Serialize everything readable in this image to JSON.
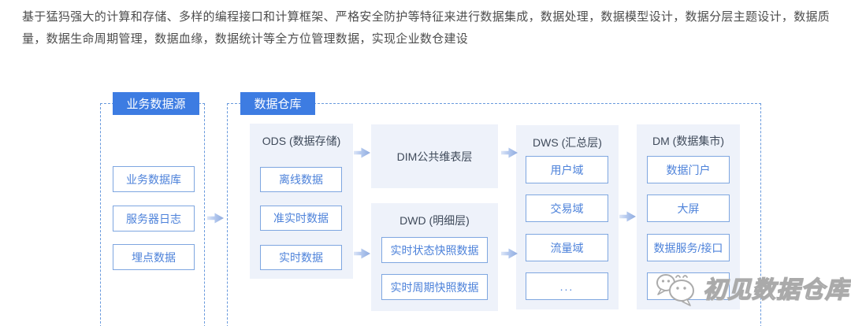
{
  "intro": "基于猛犸强大的计算和存储、多样的编程接口和计算框架、严格安全防护等特征来进行数据集成，数据处理，数据模型设计，数据分层主题设计，数据质量，数据生命周期管理，数据血缘，数据统计等全方位管理数据，实现企业数仓建设",
  "diagram": {
    "source": {
      "title": "业务数据源",
      "boxes": [
        "业务数据库",
        "服务器日志",
        "埋点数据"
      ]
    },
    "warehouse": {
      "title": "数据仓库",
      "ods": {
        "title": "ODS (数据存储)",
        "boxes": [
          "离线数据",
          "准实时数据",
          "实时数据"
        ]
      },
      "dim": {
        "title": "DIM公共维表层"
      },
      "dwd": {
        "title": "DWD (明细层)",
        "boxes": [
          "实时状态快照数据",
          "实时周期快照数据"
        ]
      },
      "dws": {
        "title": "DWS (汇总层)",
        "boxes": [
          "用户域",
          "交易域",
          "流量域",
          "..."
        ]
      },
      "dm": {
        "title": "DM (数据集市)",
        "boxes": [
          "数据门户",
          "大屏",
          "数据服务/接口",
          ""
        ]
      }
    }
  },
  "watermark": {
    "text": "初见数据仓库",
    "icon": "wechat-icon"
  },
  "colors": {
    "accent_blue": "#3d7ce2",
    "panel_bg": "#eef2fa",
    "box_border": "#7ea6e0",
    "box_text": "#4d82da",
    "dashed_border": "#6899dd",
    "arrow": "#8fabdf",
    "intro_text": "#4d4d4d"
  }
}
